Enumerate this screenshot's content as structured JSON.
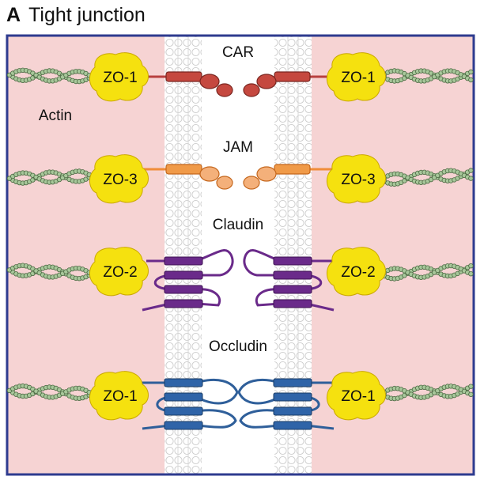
{
  "figure": {
    "panel_letter": "A",
    "title": "Tight junction"
  },
  "labels": {
    "actin": "Actin",
    "car": "CAR",
    "jam": "JAM",
    "claudin": "Claudin",
    "occludin": "Occludin",
    "zo_row1": "ZO-1",
    "zo_row2": "ZO-3",
    "zo_row3": "ZO-2",
    "zo_row4": "ZO-1"
  },
  "colors": {
    "cytoplasm": "#f6d3d3",
    "border": "#2e3b8f",
    "zo": "#f5e10f",
    "actin": "#a7c79a",
    "car": "#b8403f",
    "jam": "#f08c3a",
    "claudin": "#6a2a8a",
    "occludin": "#2f5f9a"
  }
}
